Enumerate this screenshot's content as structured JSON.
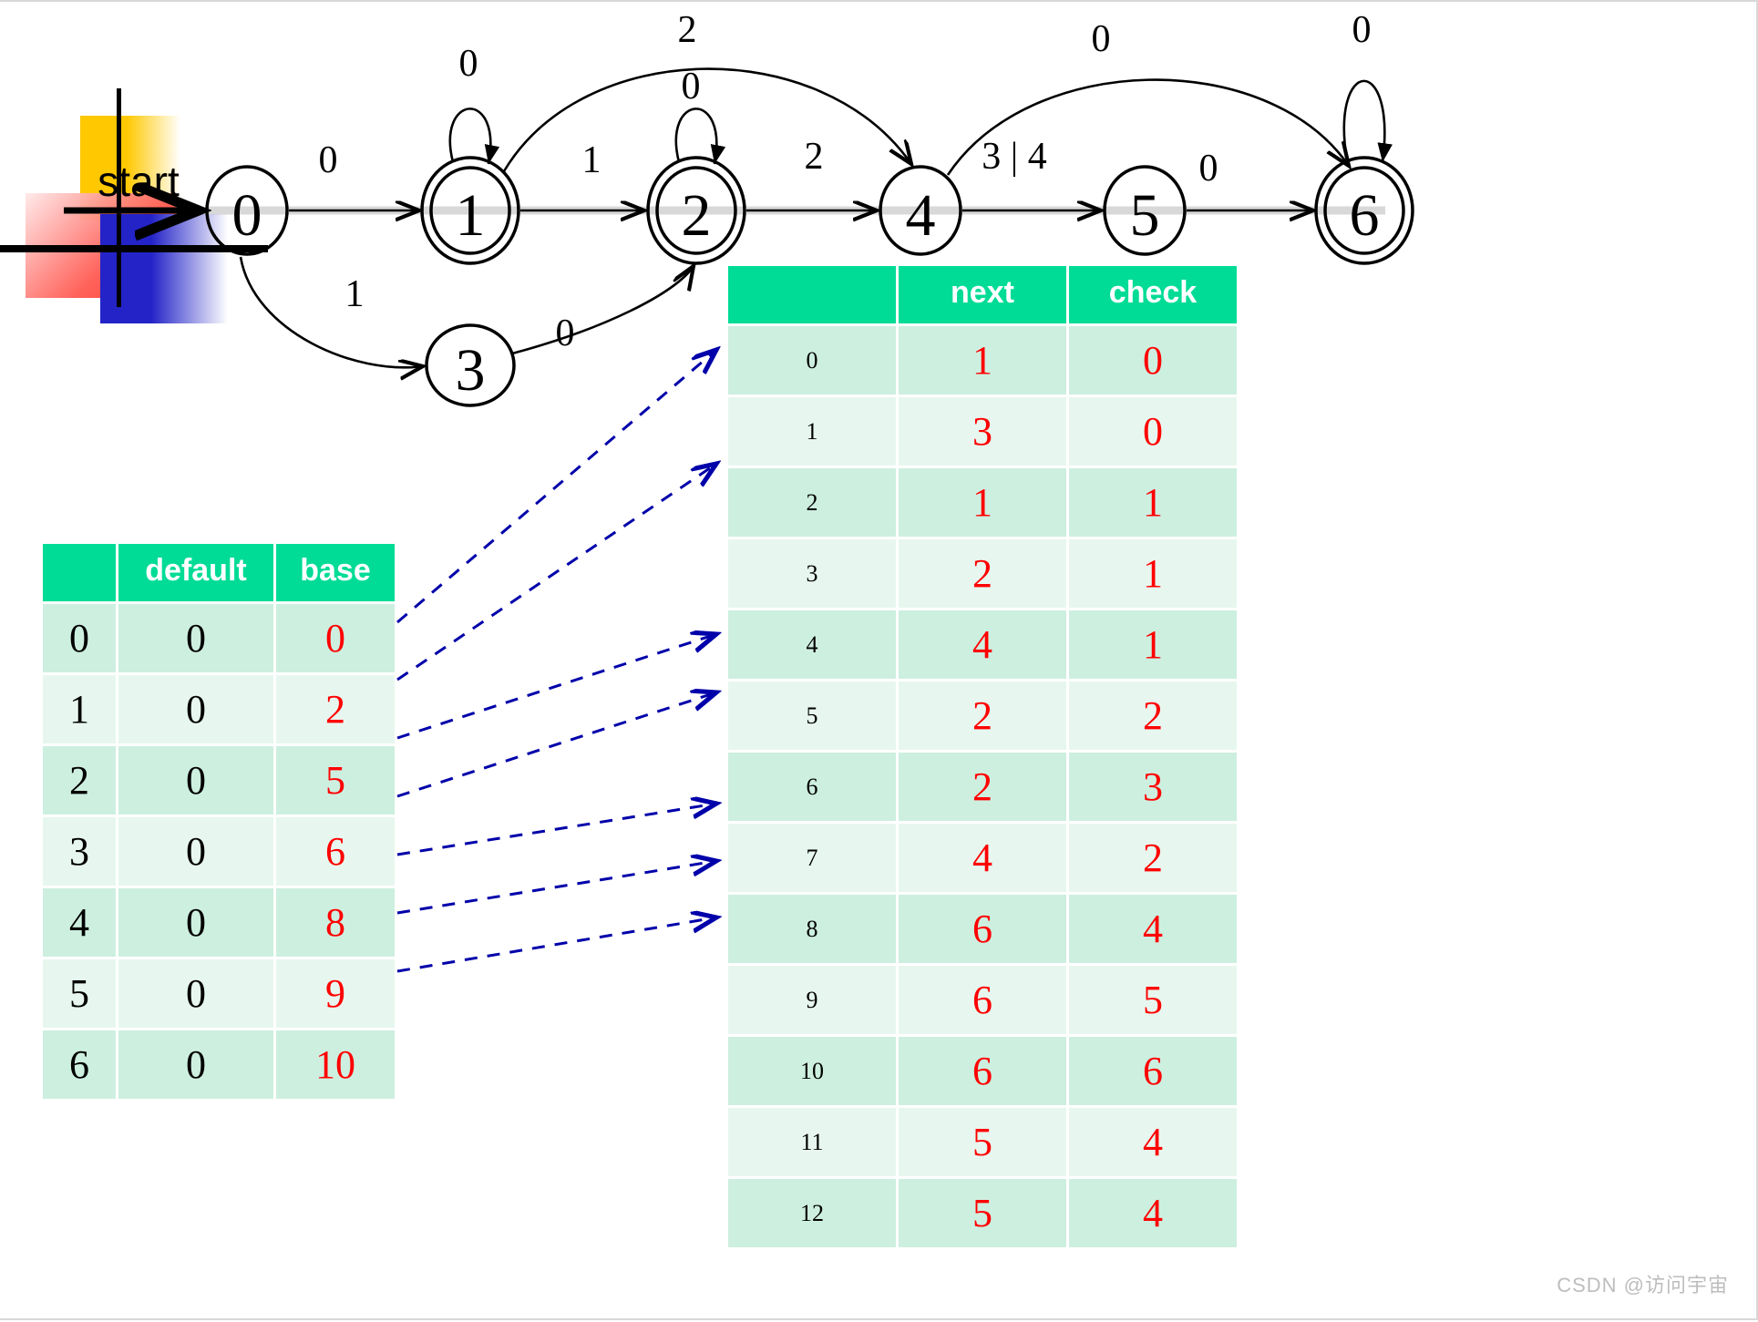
{
  "watermark": "CSDN @访问宇宙",
  "automaton": {
    "start_label": "start",
    "states": [
      {
        "id": "0",
        "label": "0",
        "accepting": false
      },
      {
        "id": "1",
        "label": "1",
        "accepting": true
      },
      {
        "id": "2",
        "label": "2",
        "accepting": true
      },
      {
        "id": "3",
        "label": "3",
        "accepting": false
      },
      {
        "id": "4",
        "label": "4",
        "accepting": false
      },
      {
        "id": "5",
        "label": "5",
        "accepting": false
      },
      {
        "id": "6",
        "label": "6",
        "accepting": true
      }
    ],
    "transitions": [
      {
        "from": "0",
        "to": "1",
        "label": "0"
      },
      {
        "from": "0",
        "to": "3",
        "label": "1"
      },
      {
        "from": "1",
        "to": "1",
        "label": "0"
      },
      {
        "from": "1",
        "to": "2",
        "label": "1"
      },
      {
        "from": "1",
        "to": "4",
        "label": "2"
      },
      {
        "from": "2",
        "to": "2",
        "label": "0"
      },
      {
        "from": "2",
        "to": "4",
        "label": "2"
      },
      {
        "from": "3",
        "to": "2",
        "label": "0"
      },
      {
        "from": "4",
        "to": "5",
        "label": "3 | 4"
      },
      {
        "from": "4",
        "to": "6",
        "label": "0"
      },
      {
        "from": "5",
        "to": "6",
        "label": "0"
      },
      {
        "from": "6",
        "to": "6",
        "label": "0"
      }
    ],
    "edge_labels": {
      "loop1": "0",
      "loop2": "0",
      "loop6": "0",
      "e01": "0",
      "e03": "1",
      "e12": "1",
      "e32": "0",
      "e24": "2",
      "e14": "2",
      "e45": "3 | 4",
      "e56": "0",
      "e46": "0"
    }
  },
  "table_left": {
    "headers": [
      "",
      "default",
      "base"
    ],
    "rows": [
      {
        "index": "0",
        "default": "0",
        "base": "0"
      },
      {
        "index": "1",
        "default": "0",
        "base": "2"
      },
      {
        "index": "2",
        "default": "0",
        "base": "5"
      },
      {
        "index": "3",
        "default": "0",
        "base": "6"
      },
      {
        "index": "4",
        "default": "0",
        "base": "8"
      },
      {
        "index": "5",
        "default": "0",
        "base": "9"
      },
      {
        "index": "6",
        "default": "0",
        "base": "10"
      }
    ]
  },
  "table_right": {
    "headers": [
      "",
      "next",
      "check"
    ],
    "rows": [
      {
        "index": "0",
        "next": "1",
        "check": "0"
      },
      {
        "index": "1",
        "next": "3",
        "check": "0"
      },
      {
        "index": "2",
        "next": "1",
        "check": "1"
      },
      {
        "index": "3",
        "next": "2",
        "check": "1"
      },
      {
        "index": "4",
        "next": "4",
        "check": "1"
      },
      {
        "index": "5",
        "next": "2",
        "check": "2"
      },
      {
        "index": "6",
        "next": "2",
        "check": "3"
      },
      {
        "index": "7",
        "next": "4",
        "check": "2"
      },
      {
        "index": "8",
        "next": "6",
        "check": "4"
      },
      {
        "index": "9",
        "next": "6",
        "check": "5"
      },
      {
        "index": "10",
        "next": "6",
        "check": "6"
      },
      {
        "index": "11",
        "next": "5",
        "check": "4"
      },
      {
        "index": "12",
        "next": "5",
        "check": "4"
      }
    ]
  },
  "colors": {
    "header_green": "#00DC96",
    "row_dark": "#CDEFE0",
    "row_light": "#E7F7EF",
    "value_red": "#FF0000",
    "link_blue": "#0000AA"
  }
}
